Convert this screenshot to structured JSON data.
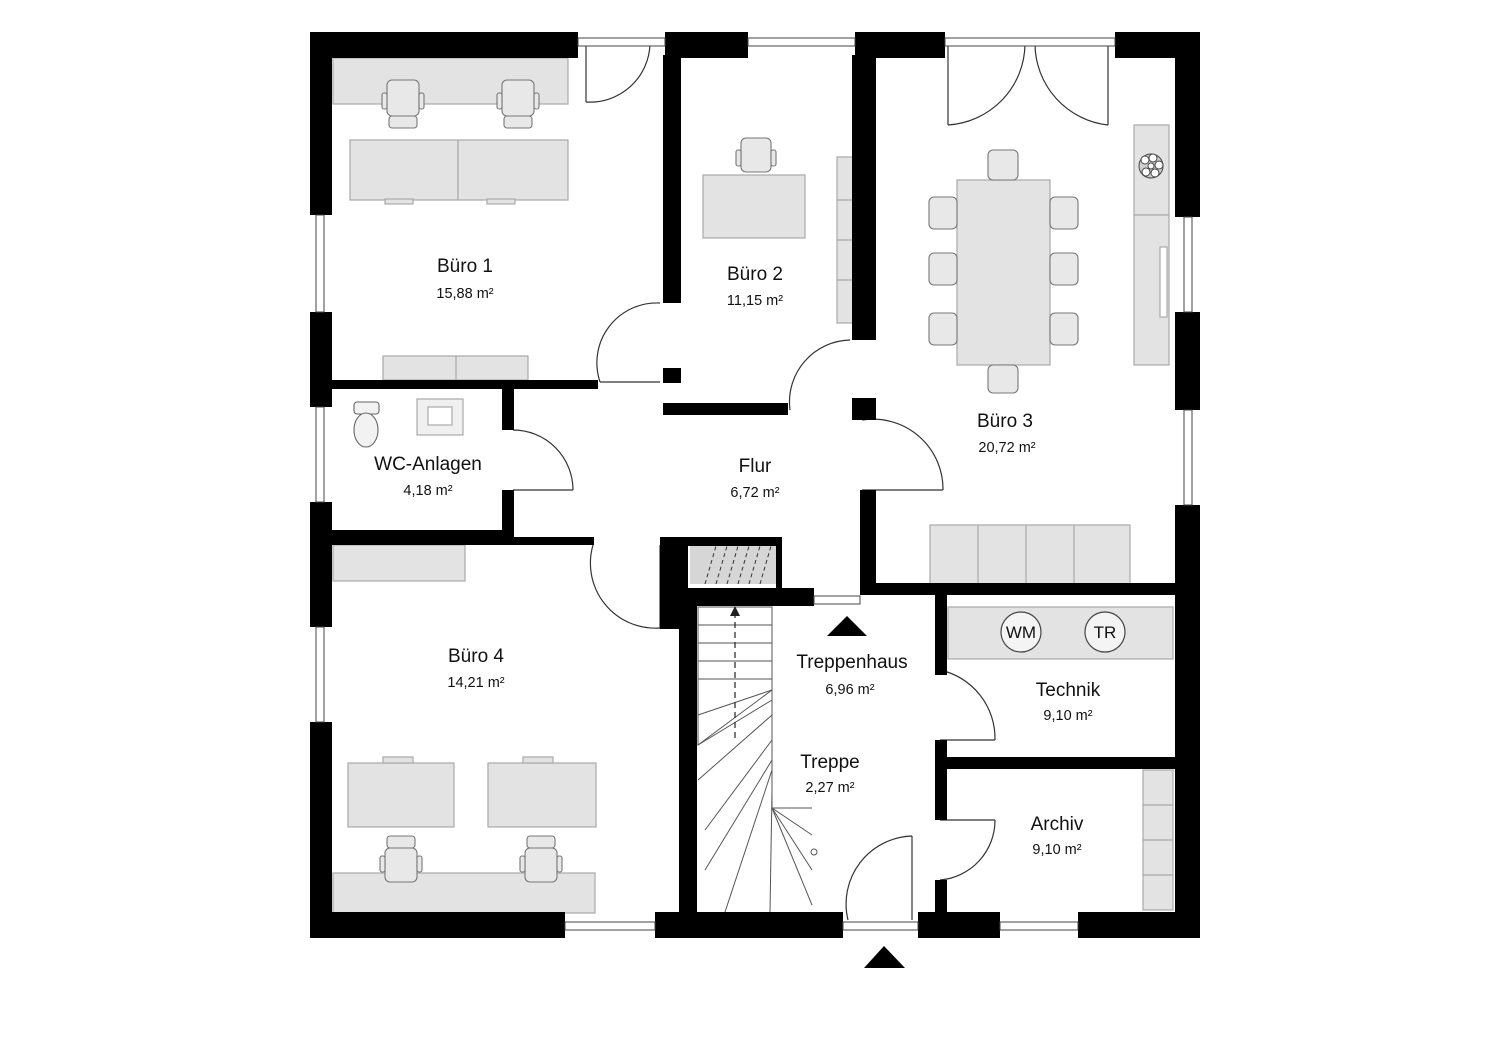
{
  "colors": {
    "wall": "#000000",
    "furniture": "#e3e3e3",
    "furniture_stroke": "#a9a9a9",
    "background": "#ffffff"
  },
  "rooms": {
    "buero1": {
      "name": "Büro 1",
      "area": "15,88 m²"
    },
    "buero2": {
      "name": "Büro 2",
      "area": "11,15 m²"
    },
    "buero3": {
      "name": "Büro 3",
      "area": "20,72 m²"
    },
    "wc": {
      "name": "WC-Anlagen",
      "area": "4,18 m²"
    },
    "flur": {
      "name": "Flur",
      "area": "6,72 m²"
    },
    "buero4": {
      "name": "Büro 4",
      "area": "14,21 m²"
    },
    "treppenhaus": {
      "name": "Treppenhaus",
      "area": "6,96 m²"
    },
    "treppe": {
      "name": "Treppe",
      "area": "2,27 m²"
    },
    "technik": {
      "name": "Technik",
      "area": "9,10 m²"
    },
    "archiv": {
      "name": "Archiv",
      "area": "9,10 m²"
    }
  },
  "appliances": {
    "washer": "WM",
    "dryer": "TR"
  },
  "icons": [
    "entrance-arrow-icon",
    "stair-direction-arrow-icon",
    "plant-icon",
    "toilet-icon",
    "sink-icon"
  ]
}
